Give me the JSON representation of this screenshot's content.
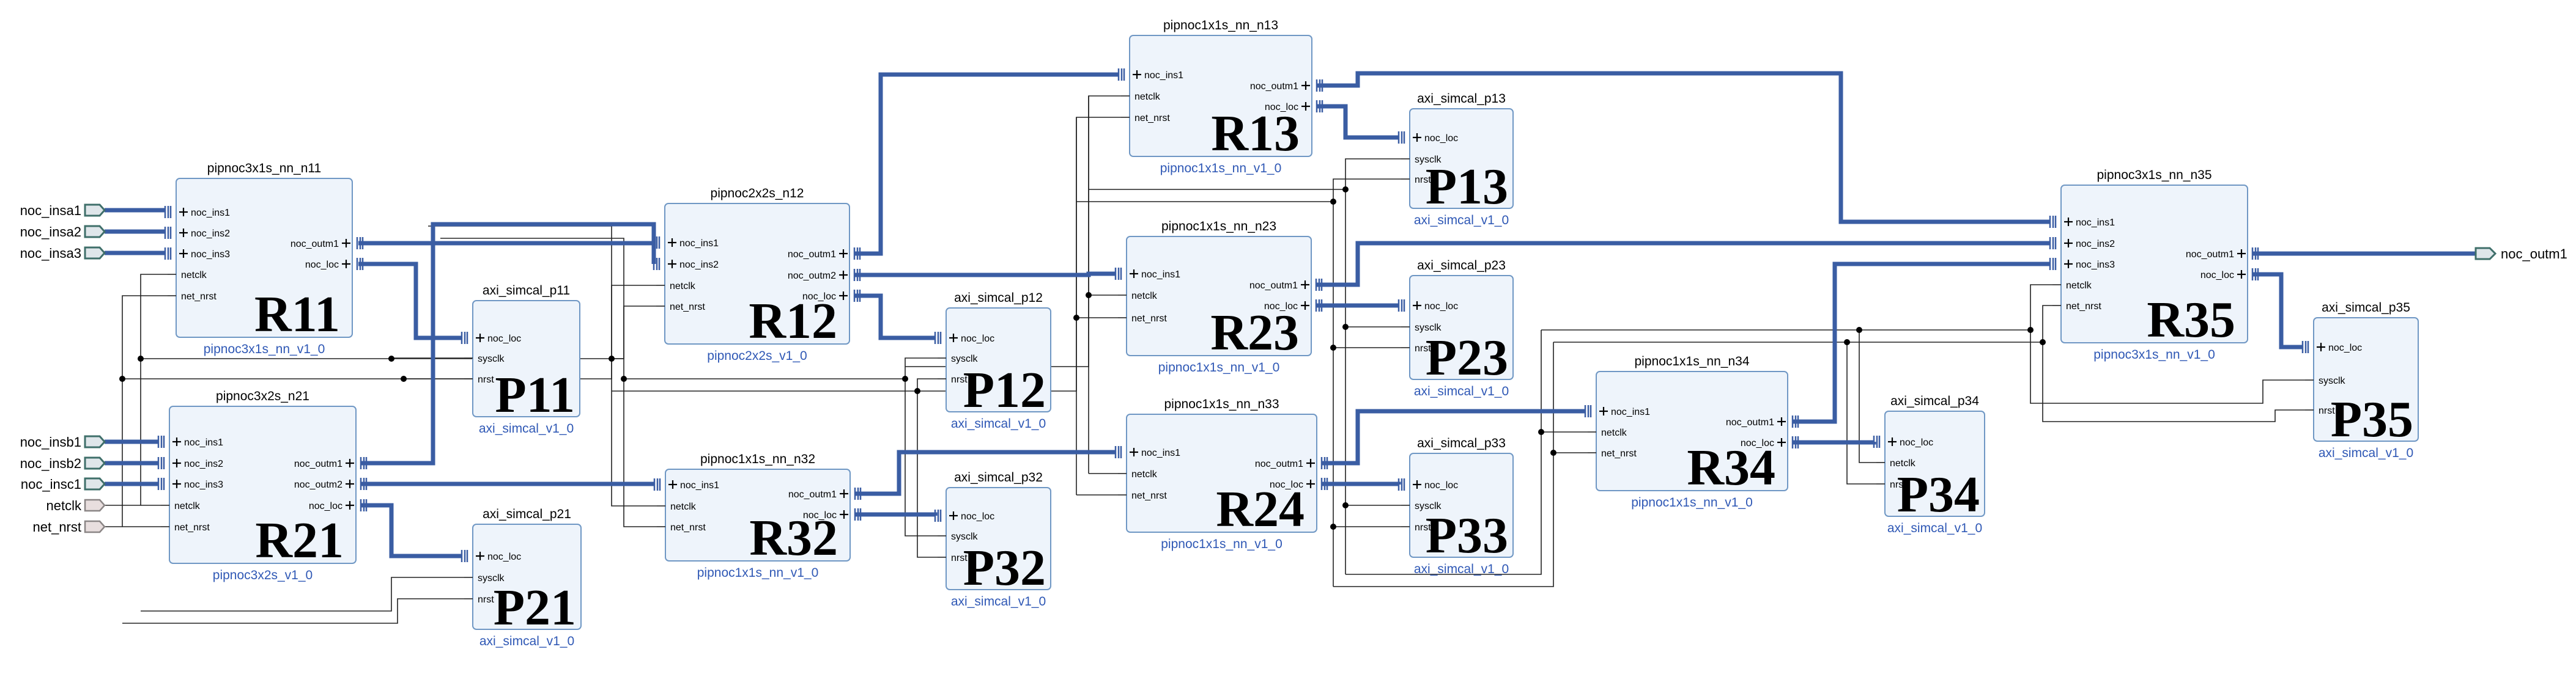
{
  "external_ports": {
    "left": [
      {
        "name": "noc_insa1",
        "kind": "bus"
      },
      {
        "name": "noc_insa2",
        "kind": "bus"
      },
      {
        "name": "noc_insa3",
        "kind": "bus"
      },
      {
        "name": "noc_insb1",
        "kind": "bus"
      },
      {
        "name": "noc_insb2",
        "kind": "bus"
      },
      {
        "name": "noc_insc1",
        "kind": "bus"
      },
      {
        "name": "netclk",
        "kind": "ctrl"
      },
      {
        "name": "net_nrst",
        "kind": "ctrl"
      }
    ],
    "right": [
      {
        "name": "noc_outm1",
        "kind": "bus"
      }
    ]
  },
  "blocks": [
    {
      "id": "n11",
      "instance": "pipnoc3x1s_nn_n11",
      "label": "R11",
      "module": "pipnoc3x1s_nn_v1_0",
      "inputs": [
        {
          "name": "noc_ins1",
          "bus": true
        },
        {
          "name": "noc_ins2",
          "bus": true
        },
        {
          "name": "noc_ins3",
          "bus": true
        },
        {
          "name": "netclk",
          "bus": false
        },
        {
          "name": "net_nrst",
          "bus": false
        }
      ],
      "outputs": [
        "noc_outm1",
        "noc_loc"
      ]
    },
    {
      "id": "n21",
      "instance": "pipnoc3x2s_n21",
      "label": "R21",
      "module": "pipnoc3x2s_v1_0",
      "inputs": [
        {
          "name": "noc_ins1",
          "bus": true
        },
        {
          "name": "noc_ins2",
          "bus": true
        },
        {
          "name": "noc_ins3",
          "bus": true
        },
        {
          "name": "netclk",
          "bus": false
        },
        {
          "name": "net_nrst",
          "bus": false
        }
      ],
      "outputs": [
        "noc_outm1",
        "noc_outm2",
        "noc_loc"
      ]
    },
    {
      "id": "n12",
      "instance": "pipnoc2x2s_n12",
      "label": "R12",
      "module": "pipnoc2x2s_v1_0",
      "inputs": [
        {
          "name": "noc_ins1",
          "bus": true
        },
        {
          "name": "noc_ins2",
          "bus": true
        },
        {
          "name": "netclk",
          "bus": false
        },
        {
          "name": "net_nrst",
          "bus": false
        }
      ],
      "outputs": [
        "noc_outm1",
        "noc_outm2",
        "noc_loc"
      ]
    },
    {
      "id": "n32",
      "instance": "pipnoc1x1s_nn_n32",
      "label": "R32",
      "module": "pipnoc1x1s_nn_v1_0",
      "inputs": [
        {
          "name": "noc_ins1",
          "bus": true
        },
        {
          "name": "netclk",
          "bus": false
        },
        {
          "name": "net_nrst",
          "bus": false
        }
      ],
      "outputs": [
        "noc_outm1",
        "noc_loc"
      ]
    },
    {
      "id": "n13",
      "instance": "pipnoc1x1s_nn_n13",
      "label": "R13",
      "module": "pipnoc1x1s_nn_v1_0",
      "inputs": [
        {
          "name": "noc_ins1",
          "bus": true
        },
        {
          "name": "netclk",
          "bus": false
        },
        {
          "name": "net_nrst",
          "bus": false
        }
      ],
      "outputs": [
        "noc_outm1",
        "noc_loc"
      ]
    },
    {
      "id": "n23",
      "instance": "pipnoc1x1s_nn_n23",
      "label": "R23",
      "module": "pipnoc1x1s_nn_v1_0",
      "inputs": [
        {
          "name": "noc_ins1",
          "bus": true
        },
        {
          "name": "netclk",
          "bus": false
        },
        {
          "name": "net_nrst",
          "bus": false
        }
      ],
      "outputs": [
        "noc_outm1",
        "noc_loc"
      ]
    },
    {
      "id": "n33",
      "instance": "pipnoc1x1s_nn_n33",
      "label": "R24",
      "module": "pipnoc1x1s_nn_v1_0",
      "inputs": [
        {
          "name": "noc_ins1",
          "bus": true
        },
        {
          "name": "netclk",
          "bus": false
        },
        {
          "name": "net_nrst",
          "bus": false
        }
      ],
      "outputs": [
        "noc_outm1",
        "noc_loc"
      ]
    },
    {
      "id": "n34",
      "instance": "pipnoc1x1s_nn_n34",
      "label": "R34",
      "module": "pipnoc1x1s_nn_v1_0",
      "inputs": [
        {
          "name": "noc_ins1",
          "bus": true
        },
        {
          "name": "netclk",
          "bus": false
        },
        {
          "name": "net_nrst",
          "bus": false
        }
      ],
      "outputs": [
        "noc_outm1",
        "noc_loc"
      ]
    },
    {
      "id": "n35",
      "instance": "pipnoc3x1s_nn_n35",
      "label": "R35",
      "module": "pipnoc3x1s_nn_v1_0",
      "inputs": [
        {
          "name": "noc_ins1",
          "bus": true
        },
        {
          "name": "noc_ins2",
          "bus": true
        },
        {
          "name": "noc_ins3",
          "bus": true
        },
        {
          "name": "netclk",
          "bus": false
        },
        {
          "name": "net_nrst",
          "bus": false
        }
      ],
      "outputs": [
        "noc_outm1",
        "noc_loc"
      ]
    },
    {
      "id": "p11",
      "instance": "axi_simcal_p11",
      "label": "P11",
      "module": "axi_simcal_v1_0",
      "inputs": [
        {
          "name": "noc_loc",
          "bus": true
        },
        {
          "name": "sysclk",
          "bus": false
        },
        {
          "name": "nrst",
          "bus": false
        }
      ],
      "outputs": []
    },
    {
      "id": "p21",
      "instance": "axi_simcal_p21",
      "label": "P21",
      "module": "axi_simcal_v1_0",
      "inputs": [
        {
          "name": "noc_loc",
          "bus": true
        },
        {
          "name": "sysclk",
          "bus": false
        },
        {
          "name": "nrst",
          "bus": false
        }
      ],
      "outputs": []
    },
    {
      "id": "p12",
      "instance": "axi_simcal_p12",
      "label": "P12",
      "module": "axi_simcal_v1_0",
      "inputs": [
        {
          "name": "noc_loc",
          "bus": true
        },
        {
          "name": "sysclk",
          "bus": false
        },
        {
          "name": "nrst",
          "bus": false
        }
      ],
      "outputs": []
    },
    {
      "id": "p32",
      "instance": "axi_simcal_p32",
      "label": "P32",
      "module": "axi_simcal_v1_0",
      "inputs": [
        {
          "name": "noc_loc",
          "bus": true
        },
        {
          "name": "sysclk",
          "bus": false
        },
        {
          "name": "nrst",
          "bus": false
        }
      ],
      "outputs": []
    },
    {
      "id": "p13",
      "instance": "axi_simcal_p13",
      "label": "P13",
      "module": "axi_simcal_v1_0",
      "inputs": [
        {
          "name": "noc_loc",
          "bus": true
        },
        {
          "name": "sysclk",
          "bus": false
        },
        {
          "name": "nrst",
          "bus": false
        }
      ],
      "outputs": []
    },
    {
      "id": "p23",
      "instance": "axi_simcal_p23",
      "label": "P23",
      "module": "axi_simcal_v1_0",
      "inputs": [
        {
          "name": "noc_loc",
          "bus": true
        },
        {
          "name": "sysclk",
          "bus": false
        },
        {
          "name": "nrst",
          "bus": false
        }
      ],
      "outputs": []
    },
    {
      "id": "p33",
      "instance": "axi_simcal_p33",
      "label": "P33",
      "module": "axi_simcal_v1_0",
      "inputs": [
        {
          "name": "noc_loc",
          "bus": true
        },
        {
          "name": "sysclk",
          "bus": false
        },
        {
          "name": "nrst",
          "bus": false
        }
      ],
      "outputs": []
    },
    {
      "id": "p34",
      "instance": "axi_simcal_p34",
      "label": "P34",
      "module": "axi_simcal_v1_0",
      "inputs": [
        {
          "name": "noc_loc",
          "bus": true
        },
        {
          "name": "netclk",
          "bus": false
        },
        {
          "name": "nrst",
          "bus": false
        }
      ],
      "outputs": []
    },
    {
      "id": "p35",
      "instance": "axi_simcal_p35",
      "label": "P35",
      "module": "axi_simcal_v1_0",
      "inputs": [
        {
          "name": "noc_loc",
          "bus": true
        },
        {
          "name": "sysclk",
          "bus": false
        },
        {
          "name": "nrst",
          "bus": false
        }
      ],
      "outputs": []
    }
  ],
  "colors": {
    "block_fill": "#eef4fb",
    "block_border": "#6f97c4",
    "bus_wire": "#3a5da3",
    "module_text": "#2f58b5",
    "signal_wire": "#222222"
  }
}
